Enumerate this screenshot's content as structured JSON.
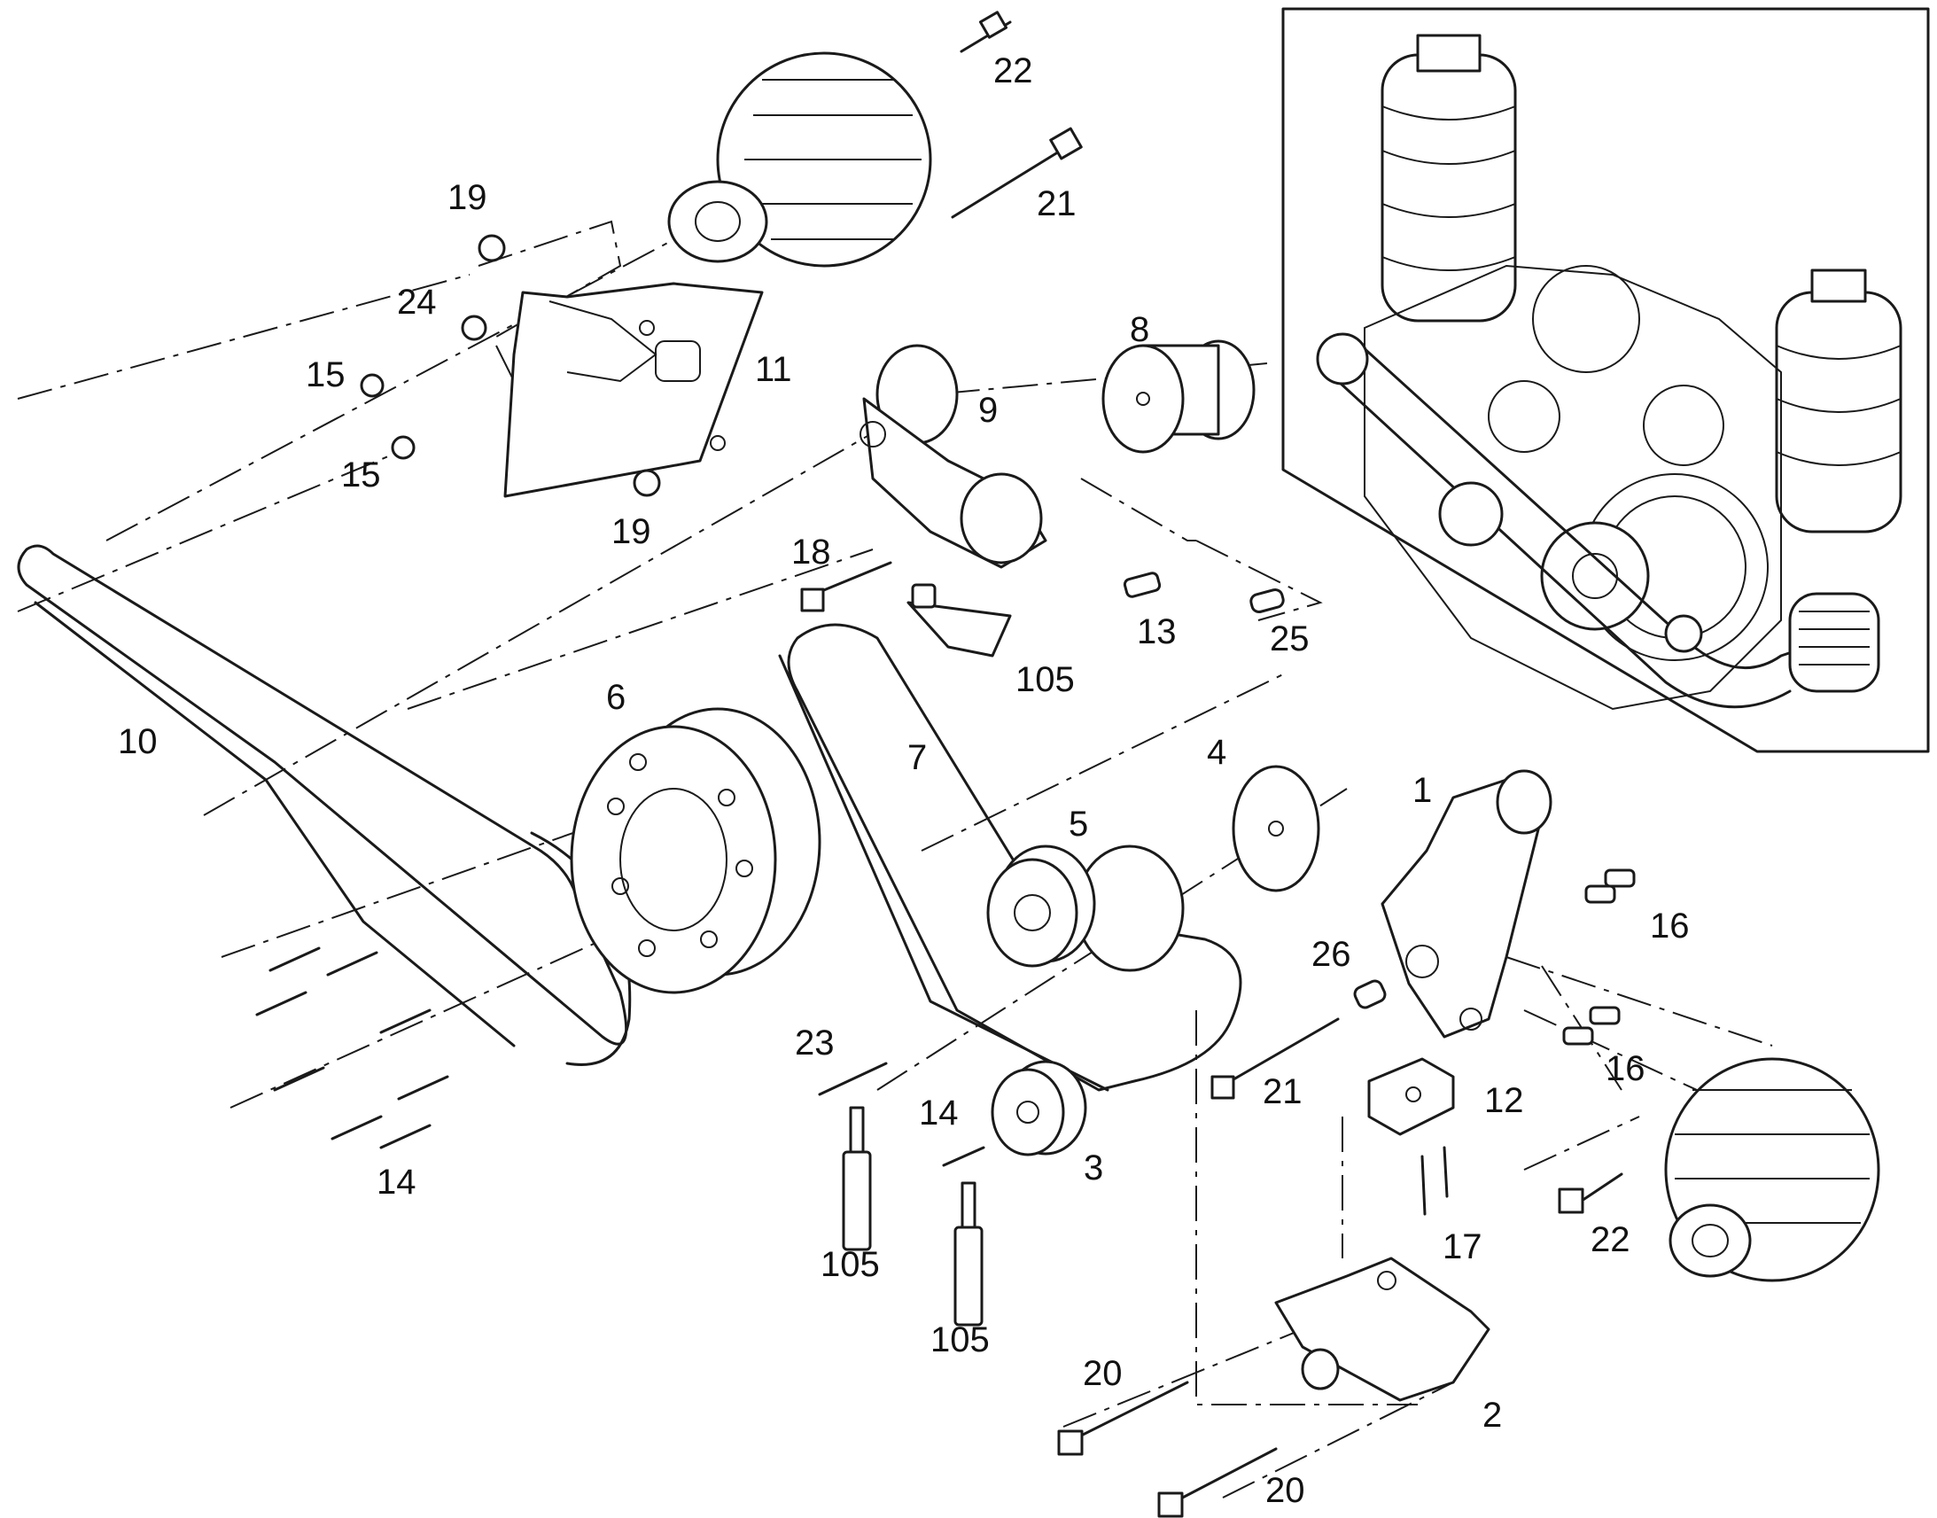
{
  "diagram": {
    "callouts": {
      "p1": "1",
      "p2": "2",
      "p3": "3",
      "p4": "4",
      "p5": "5",
      "p6": "6",
      "p7": "7",
      "p8": "8",
      "p9": "9",
      "p10": "10",
      "p11": "11",
      "p12": "12",
      "p13": "13",
      "p14a": "14",
      "p14b": "14",
      "p15a": "15",
      "p15b": "15",
      "p16a": "16",
      "p16b": "16",
      "p17": "17",
      "p18": "18",
      "p19a": "19",
      "p19b": "19",
      "p20a": "20",
      "p20b": "20",
      "p21a": "21",
      "p21b": "21",
      "p22a": "22",
      "p22b": "22",
      "p23": "23",
      "p24": "24",
      "p25": "25",
      "p26": "26",
      "p105a": "105",
      "p105b": "105",
      "p105c": "105"
    },
    "colors": {
      "line": "#1a1a1a",
      "background": "#ffffff",
      "text": "#111111"
    }
  }
}
